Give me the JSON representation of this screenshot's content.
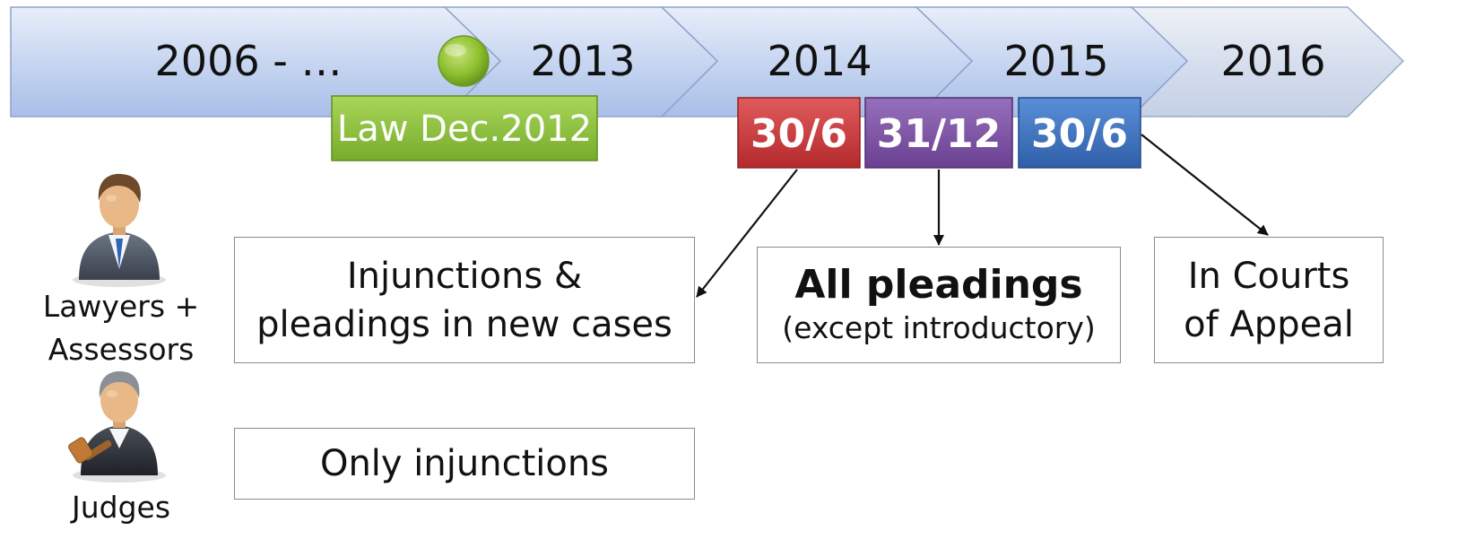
{
  "colors": {
    "timeline_light": "#dfe8f7",
    "timeline_dark": "#9fb7e6",
    "timeline_stroke": "#8ea2c9",
    "milestone_dot": "#8dbf2e",
    "law_badge": "#8cc63f",
    "badge_red": "#c9373a",
    "badge_purple": "#7b4fa3",
    "badge_blue": "#3a6fbf",
    "arrow": "#111111"
  },
  "timeline": {
    "years": [
      "2006 - …",
      "2013",
      "2014",
      "2015",
      "2016"
    ]
  },
  "milestone": {
    "dot_icon": "green-circle-icon",
    "law_label": "Law Dec.2012"
  },
  "deadlines": [
    {
      "label": "30/6",
      "color": "#c9373a"
    },
    {
      "label": "31/12",
      "color": "#7b4fa3"
    },
    {
      "label": "30/6",
      "color": "#3a6fbf"
    }
  ],
  "roles": {
    "lawyers": {
      "icon": "lawyer-person-icon",
      "label_line1": "Lawyers +",
      "label_line2": "Assessors"
    },
    "judges": {
      "icon": "judge-gavel-icon",
      "label": "Judges"
    }
  },
  "boxes": {
    "lawyers_first": {
      "line1": "Injunctions &",
      "line2": "pleadings in new cases"
    },
    "all_pleadings": {
      "title": "All pleadings",
      "subtitle": "(except introductory)"
    },
    "appeal": {
      "line1": "In Courts",
      "line2": "of Appeal"
    },
    "judges_only": {
      "text": "Only injunctions"
    }
  }
}
